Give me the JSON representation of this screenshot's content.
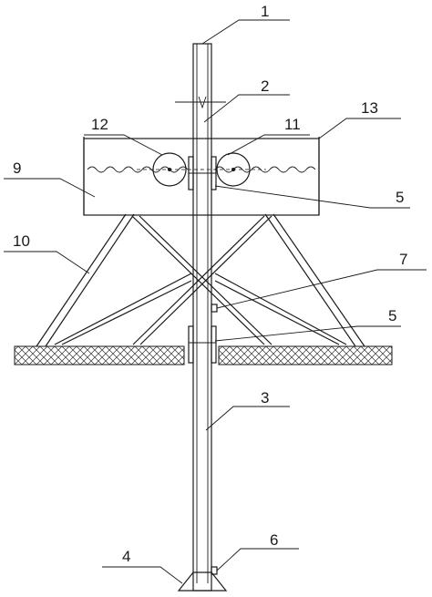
{
  "labels": [
    {
      "id": "1",
      "text": "1"
    },
    {
      "id": "2",
      "text": "2"
    },
    {
      "id": "3",
      "text": "3"
    },
    {
      "id": "4",
      "text": "4"
    },
    {
      "id": "5a",
      "text": "5"
    },
    {
      "id": "5b",
      "text": "5"
    },
    {
      "id": "6",
      "text": "6"
    },
    {
      "id": "7",
      "text": "7"
    },
    {
      "id": "9",
      "text": "9"
    },
    {
      "id": "10",
      "text": "10"
    },
    {
      "id": "11",
      "text": "11"
    },
    {
      "id": "12",
      "text": "12"
    },
    {
      "id": "13",
      "text": "13"
    }
  ]
}
